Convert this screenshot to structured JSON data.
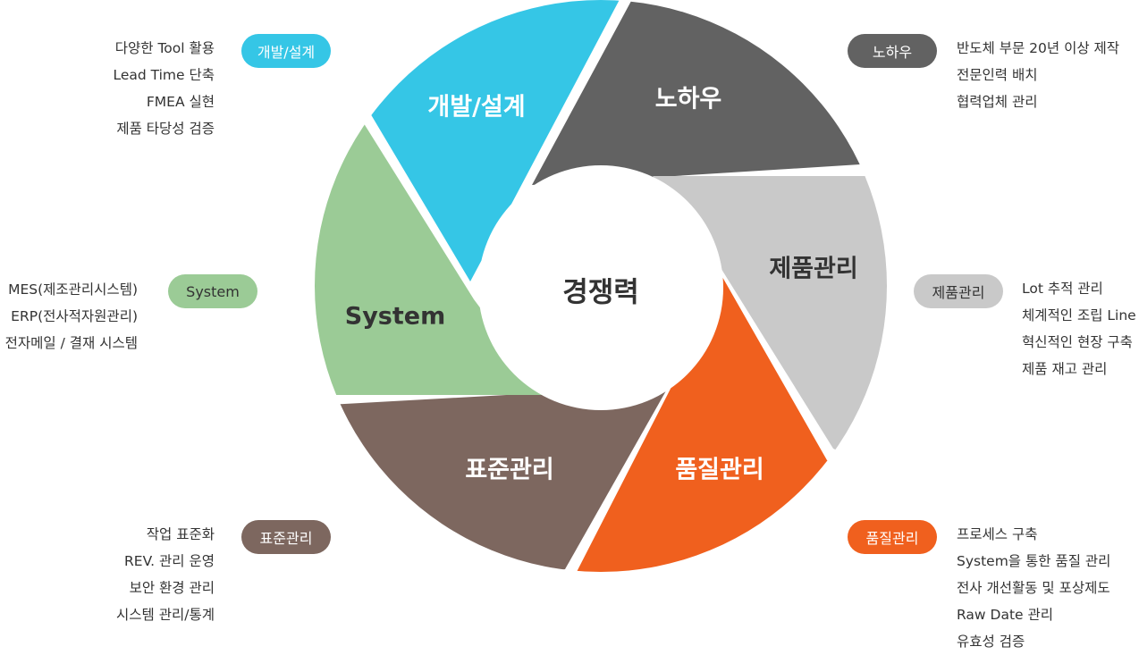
{
  "center_label": "경쟁력",
  "colors": {
    "dev": "#35C6E6",
    "knowhow": "#626262",
    "product": "#C9C9C9",
    "quality": "#F0601E",
    "standard": "#7D675F",
    "system": "#9BCB96"
  },
  "segments": {
    "dev": {
      "label": "개발/설계",
      "pill": "개발/설계",
      "items": [
        "다양한 Tool 활용",
        "Lead Time 단축",
        "FMEA 실현",
        "제품 타당성 검증"
      ]
    },
    "knowhow": {
      "label": "노하우",
      "pill": "노하우",
      "items": [
        "반도체 부문 20년 이상 제작",
        "전문인력 배치",
        "협력업체 관리"
      ]
    },
    "product": {
      "label": "제품관리",
      "pill": "제품관리",
      "items": [
        "Lot 추적 관리",
        "체계적인 조립 Line",
        "혁신적인 현장 구축",
        "제품 재고 관리"
      ]
    },
    "quality": {
      "label": "품질관리",
      "pill": "품질관리",
      "items": [
        "프로세스 구축",
        "System을 통한 품질 관리",
        "전사 개선활동 및 포상제도",
        "Raw Date 관리",
        "유효성 검증"
      ]
    },
    "standard": {
      "label": "표준관리",
      "pill": "표준관리",
      "items": [
        "작업 표준화",
        "REV. 관리 운영",
        "보안 환경 관리",
        "시스템 관리/통계"
      ]
    },
    "system": {
      "label": "System",
      "pill": "System",
      "items": [
        "MES(제조관리시스템)",
        "ERP(전사적자원관리)",
        "전자메일 / 결재 시스템"
      ]
    }
  }
}
